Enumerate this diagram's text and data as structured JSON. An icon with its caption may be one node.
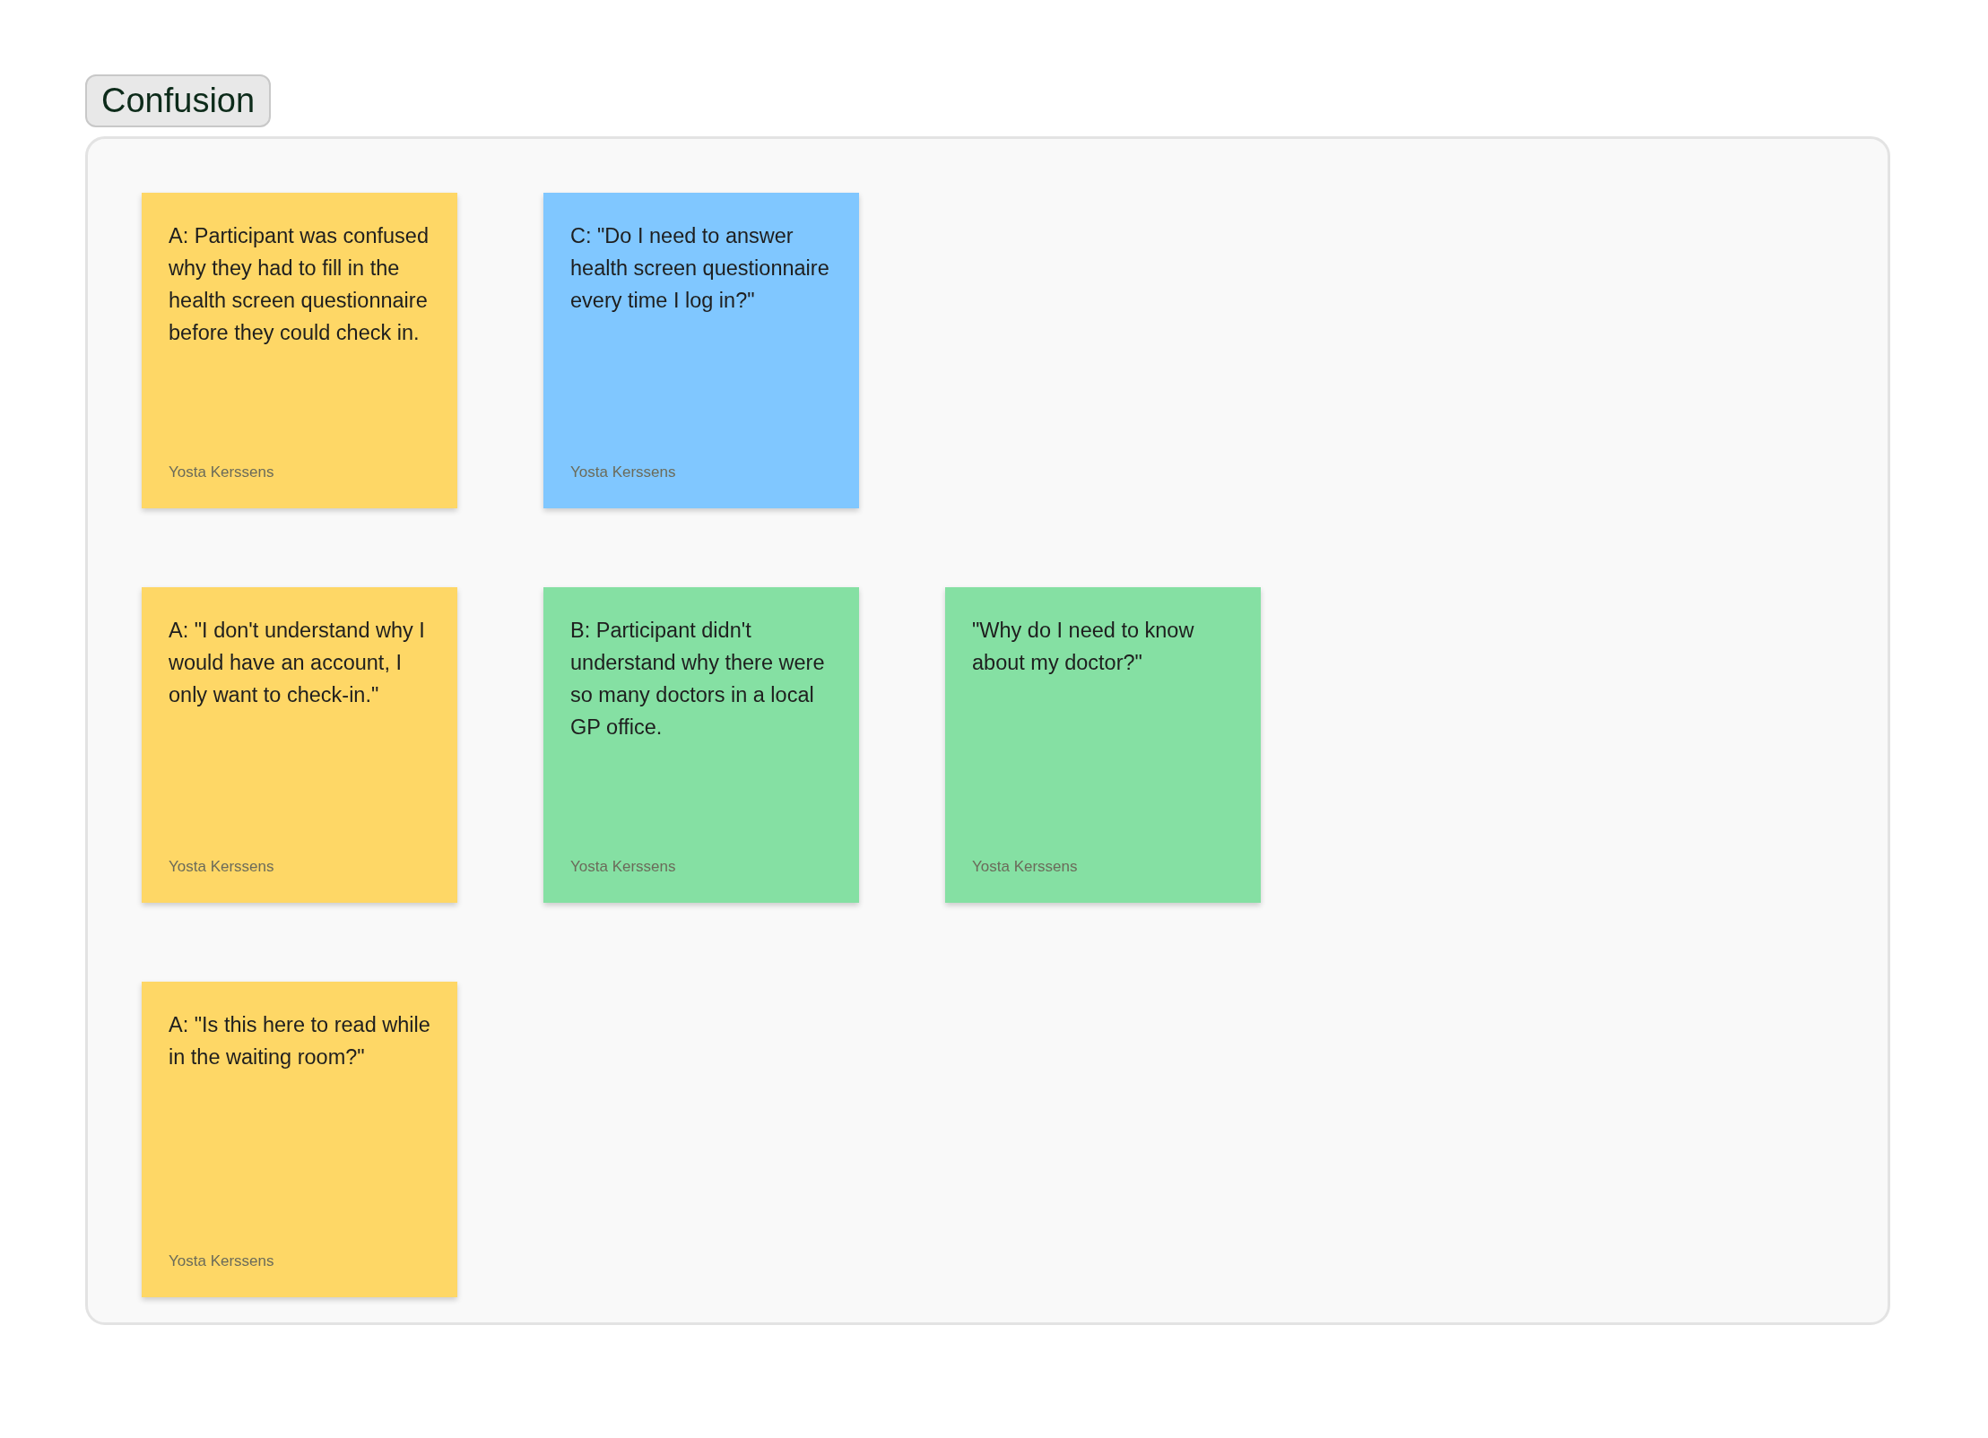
{
  "diagram": {
    "nodes": [
      {
        "text": [
          "Confusion"
        ]
      },
      {
        "text": [
          "A: Participant was confused why they had to fill in the health screen questionnaire before they could check in.",
          "Yosta Kerssens"
        ],
        "in": 0
      },
      {
        "text": [
          "C: \"Do I need to answer health screen questionnaire every time I log in?\"",
          "Yosta Kerssens"
        ],
        "in": 0
      },
      {
        "text": [
          "A: \"I don't understand why I would have an account, I only want to check-in.\"",
          "Yosta Kerssens"
        ],
        "in": 0
      },
      {
        "text": [
          "B: Participant didn't understand why there were so many doctors in a local GP office.",
          "Yosta Kerssens"
        ],
        "in": 0
      },
      {
        "text": [
          "\"Why do I need to know about my doctor?\"",
          "Yosta Kerssens"
        ],
        "in": 0
      },
      {
        "text": [
          "A: \"Is this here to read while in the waiting room?\"",
          "Yosta Kerssens"
        ],
        "in": 0
      }
    ],
    "edges": []
  }
}
